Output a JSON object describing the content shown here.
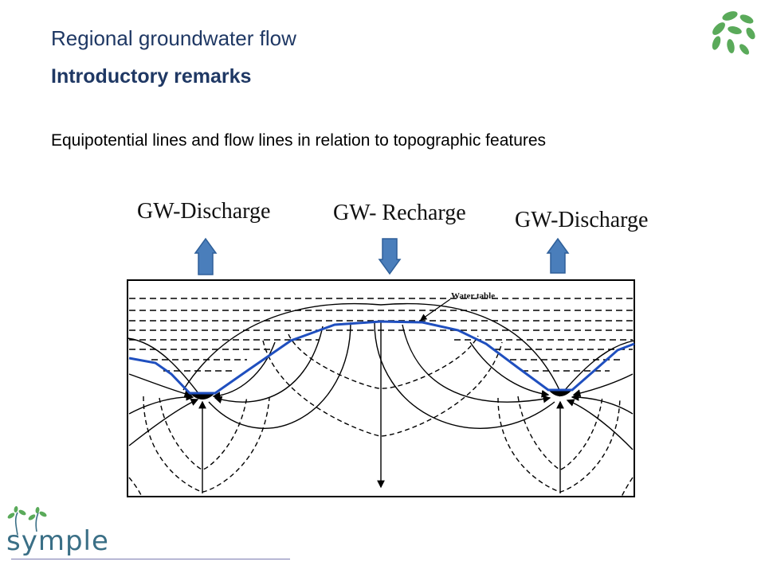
{
  "slide": {
    "title": "Regional groundwater flow",
    "subtitle": "Introductory remarks",
    "caption": "Equipotential lines and flow lines in relation to topographic features"
  },
  "diagram": {
    "labels": {
      "discharge_left": "GW-Discharge",
      "recharge": "GW- Recharge",
      "discharge_right": "GW-Discharge",
      "water_table": "Water table"
    },
    "arrow_color": "#4a7ebb",
    "water_table_color": "#1f4fbf"
  },
  "footer": {
    "logo_text": "symple",
    "logo_color": "#3a6f86",
    "leaf_color": "#5aaa5a"
  }
}
